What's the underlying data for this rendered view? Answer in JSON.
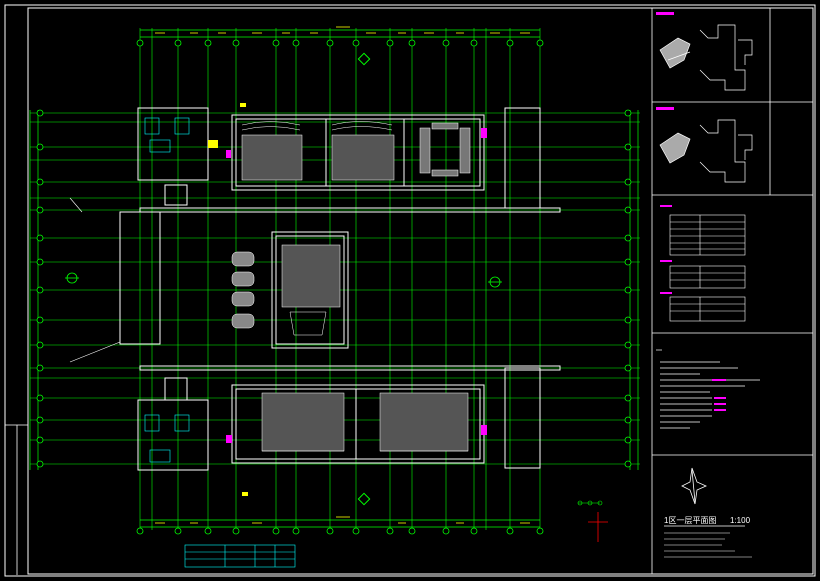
{
  "drawing": {
    "title": "1区一层平面图",
    "scale": "1:100",
    "colors": {
      "background": "#000000",
      "grid": "#00ff00",
      "wall": "#ffffff",
      "dim_text": "#ffff00",
      "accent": "#ff00ff",
      "cyan": "#00ffff",
      "frame": "#ffffff"
    }
  },
  "title_block": {
    "location_key_1": "north-wing-key-plan",
    "location_key_2": "south-wing-key-plan",
    "notes_heading": "说明"
  },
  "icons": {
    "north_arrow": "north-arrow-icon",
    "section_marker": "section-marker-icon"
  }
}
